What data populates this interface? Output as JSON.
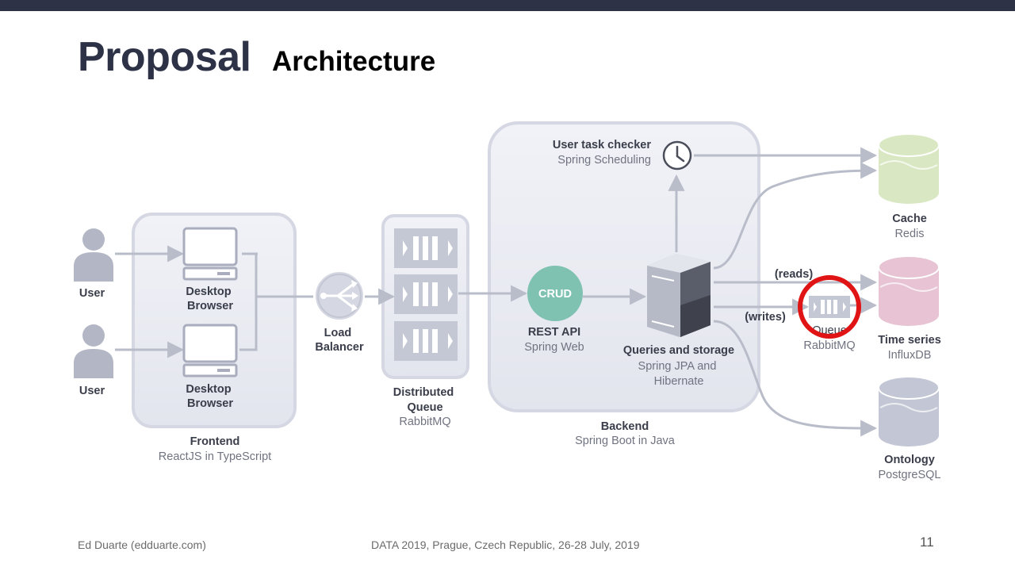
{
  "slide": {
    "title": "Proposal",
    "subtitle": "Architecture",
    "footer_author": "Ed Duarte (edduarte.com)",
    "footer_event": "DATA 2019, Prague, Czech Republic, 26-28 July, 2019",
    "page_number": "11"
  },
  "diagram": {
    "users": [
      {
        "label": "User"
      },
      {
        "label": "User"
      }
    ],
    "frontend": {
      "browser_1": [
        "Desktop",
        "Browser"
      ],
      "browser_2": [
        "Desktop",
        "Browser"
      ],
      "title": "Frontend",
      "subtitle": "ReactJS in TypeScript"
    },
    "load_balancer": [
      "Load",
      "Balancer"
    ],
    "distributed_queue": {
      "title_line1": "Distributed",
      "title_line2": "Queue",
      "subtitle": "RabbitMQ"
    },
    "backend": {
      "title": "Backend",
      "subtitle": "Spring Boot in Java",
      "task_checker_title": "User task checker",
      "task_checker_subtitle": "Spring Scheduling",
      "crud_label": "CRUD",
      "rest_api_title": "REST API",
      "rest_api_subtitle": "Spring Web",
      "queries_title": "Queries and storage",
      "queries_subtitle_1": "Spring JPA and",
      "queries_subtitle_2": "Hibernate"
    },
    "flows": {
      "reads": "(reads)",
      "writes": "(writes)"
    },
    "write_queue": {
      "title": "Queue",
      "subtitle": "RabbitMQ"
    },
    "databases": [
      {
        "title": "Cache",
        "subtitle": "Redis",
        "color": "#d9e8c3"
      },
      {
        "title": "Time series",
        "subtitle": "InfluxDB",
        "color": "#e7c3d3"
      },
      {
        "title": "Ontology",
        "subtitle": "PostgreSQL",
        "color": "#c3c6d4"
      }
    ],
    "highlight_color": "#e01414"
  }
}
